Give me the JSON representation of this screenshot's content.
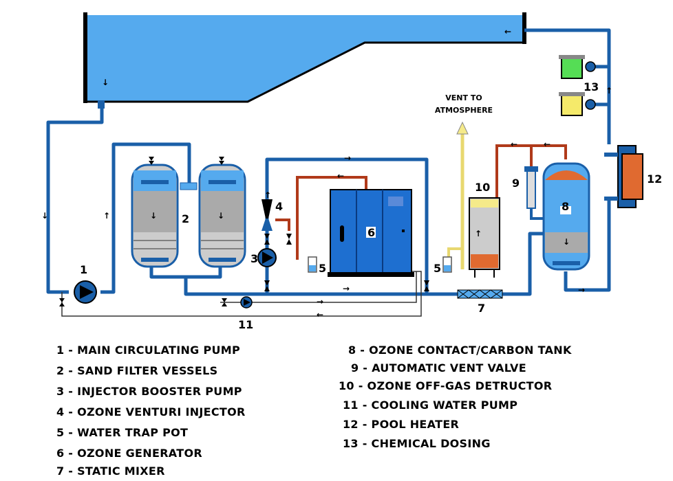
{
  "diagram": {
    "numbers": {
      "n1": "1",
      "n2": "2",
      "n3": "3",
      "n4": "4",
      "n5a": "5",
      "n5b": "5",
      "n6": "6",
      "n7": "7",
      "n8": "8",
      "n9": "9",
      "n10": "10",
      "n11": "11",
      "n12": "12",
      "n13": "13"
    },
    "vent_label_1": "VENT TO",
    "vent_label_2": "ATMOSPHERE"
  },
  "legend": {
    "left": [
      "1 - MAIN CIRCULATING PUMP",
      "2 - SAND FILTER VESSELS",
      "3 - INJECTOR BOOSTER PUMP",
      "4 - OZONE VENTURI INJECTOR",
      "5 - WATER TRAP POT",
      "6 - OZONE GENERATOR",
      "7 - STATIC MIXER"
    ],
    "right": [
      "8 - OZONE CONTACT/CARBON TANK",
      "9 - AUTOMATIC VENT VALVE",
      "10 - OZONE OFF-GAS DETRUCTOR",
      "11 - COOLING WATER PUMP",
      "12 - POOL HEATER",
      "13 - CHEMICAL DOSING"
    ]
  },
  "colors": {
    "water": "#55aaee",
    "pipe": "#1a5fa8",
    "ozone_pipe": "#b03a1a",
    "generator": "#1e6fd0",
    "media": "#aaaaaa",
    "gas": "#f5ea8a"
  }
}
